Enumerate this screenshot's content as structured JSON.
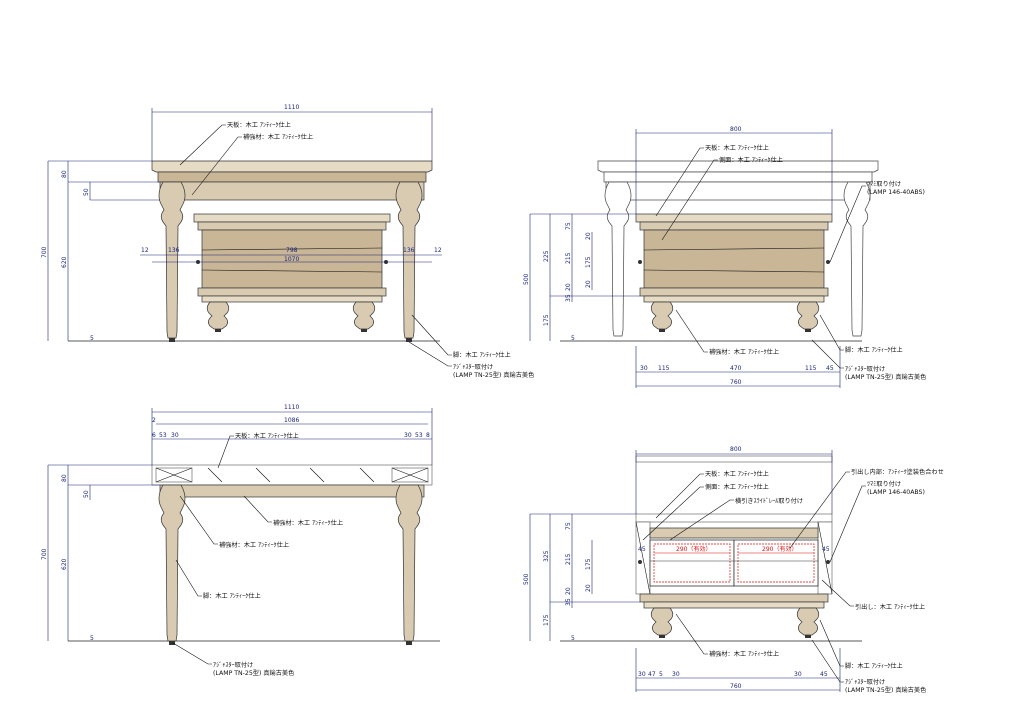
{
  "views": {
    "front_elevation": {
      "dims": {
        "overall_width": "1110",
        "height_total": "700",
        "height_leg": "620",
        "height_top": "80",
        "height_apron": "50",
        "height_foot": "5",
        "side_12_left": "12",
        "side_136_left": "136",
        "inner_798": "798",
        "inner_1070": "1070",
        "side_136_right": "136",
        "side_12_right": "12"
      },
      "notes": {
        "top": "天板：木工 ｱﾝﾃｨｰｸ仕上",
        "reinforcement": "補強材：木工 ｱﾝﾃｨｰｸ仕上",
        "leg": "脚：木工 ｱﾝﾃｨｰｸ仕上",
        "adjuster": "ｱｼﾞｬｽﾀｰ取付け",
        "adjuster_model": "(LAMP TN-25型) 真鍮古美色"
      }
    },
    "side_elevation": {
      "dims": {
        "overall_width": "800",
        "height_500": "500",
        "height_225": "225",
        "height_175": "175",
        "inner_75": "75",
        "inner_215": "215",
        "inner_175": "175",
        "inner_20a": "20",
        "inner_20b": "20",
        "inner_35": "35",
        "inner_5": "5",
        "side_20": "20",
        "bottom_30": "30",
        "bottom_115a": "115",
        "bottom_470": "470",
        "bottom_115b": "115",
        "bottom_45": "45",
        "bottom_760": "760"
      },
      "notes": {
        "top": "天板：木工 ｱﾝﾃｨｰｸ仕上",
        "side_panel": "側面：木工 ｱﾝﾃｨｰｸ仕上",
        "knob": "ﾂﾏﾐ取り付け",
        "knob_model": "(LAMP 146-40ABS)",
        "reinforcement": "補強材：木工 ｱﾝﾃｨｰｸ仕上",
        "leg": "脚：木工 ｱﾝﾃｨｰｸ仕上",
        "adjuster": "ｱｼﾞｬｽﾀｰ取付け",
        "adjuster_model": "(LAMP TN-25型) 真鍮古美色"
      }
    },
    "front_section": {
      "dims": {
        "overall_width": "1110",
        "inner_1086": "1086",
        "left_2": "2",
        "left_6": "6",
        "left_53": "53",
        "left_30": "30",
        "right_30": "30",
        "right_53": "53",
        "right_8": "8",
        "height_total": "700",
        "height_leg": "620",
        "height_top": "80",
        "height_apron": "50",
        "height_foot": "5"
      },
      "notes": {
        "top": "天板：木工 ｱﾝﾃｨｰｸ仕上",
        "reinforcement_a": "補強材：木工 ｱﾝﾃｨｰｸ仕上",
        "reinforcement_b": "補強材：木工 ｱﾝﾃｨｰｸ仕上",
        "leg": "脚：木工 ｱﾝﾃｨｰｸ仕上",
        "adjuster": "ｱｼﾞｬｽﾀｰ取付け",
        "adjuster_model": "(LAMP TN-25型) 真鍮古美色"
      }
    },
    "side_section": {
      "dims": {
        "overall_width": "800",
        "height_500": "500",
        "height_325": "325",
        "height_175": "175",
        "inner_75": "75",
        "inner_215": "215",
        "inner_175": "175",
        "inner_20a": "20",
        "inner_20b": "20",
        "inner_35": "35",
        "inner_5": "5",
        "side_45_left": "45",
        "side_45_right": "45",
        "drawer_left": "290（有効）",
        "drawer_right": "290（有効）",
        "bottom_30a": "30",
        "bottom_47": "47",
        "bottom_5": "5",
        "bottom_30b": "30",
        "bottom_30c": "30",
        "bottom_45": "45",
        "bottom_760": "760"
      },
      "notes": {
        "top": "天板：木工 ｱﾝﾃｨｰｸ仕上",
        "side_panel": "側面：木工 ｱﾝﾃｨｰｸ仕上",
        "slide_rail": "横引きｽﾗｲﾄﾞﾚｰﾙ取り付け",
        "drawer_inside": "引出し内部：ｱﾝﾃｨｰｸ塗装色合わせ",
        "knob": "ﾂﾏﾐ取り付け",
        "knob_model": "(LAMP 146-40ABS)",
        "drawer": "引出し：木工 ｱﾝﾃｨｰｸ仕上",
        "reinforcement": "補強材：木工 ｱﾝﾃｨｰｸ仕上",
        "leg": "脚：木工 ｱﾝﾃｨｰｸ仕上",
        "adjuster": "ｱｼﾞｬｽﾀｰ取付け",
        "adjuster_model": "(LAMP TN-25型) 真鍮古美色"
      }
    }
  }
}
